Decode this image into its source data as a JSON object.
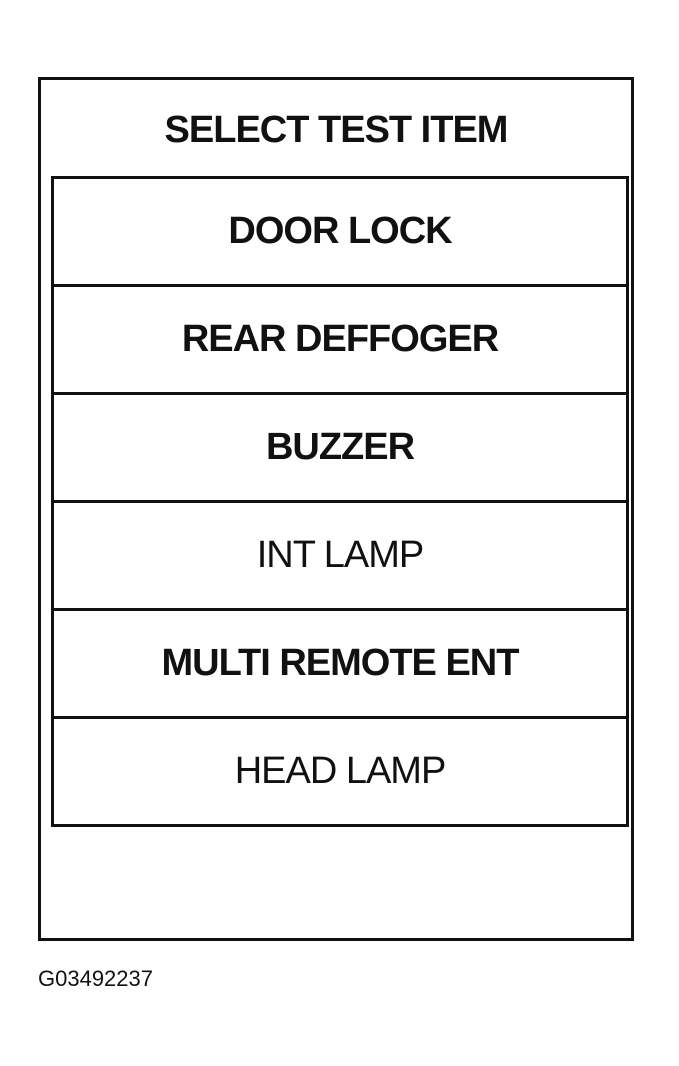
{
  "screen": {
    "title": "SELECT TEST ITEM"
  },
  "menu": {
    "items": [
      {
        "label": "DOOR LOCK"
      },
      {
        "label": "REAR DEFFOGER"
      },
      {
        "label": "BUZZER"
      },
      {
        "label": "INT LAMP"
      },
      {
        "label": "MULTI REMOTE ENT"
      },
      {
        "label": "HEAD LAMP"
      }
    ]
  },
  "figure_id": "G03492237"
}
